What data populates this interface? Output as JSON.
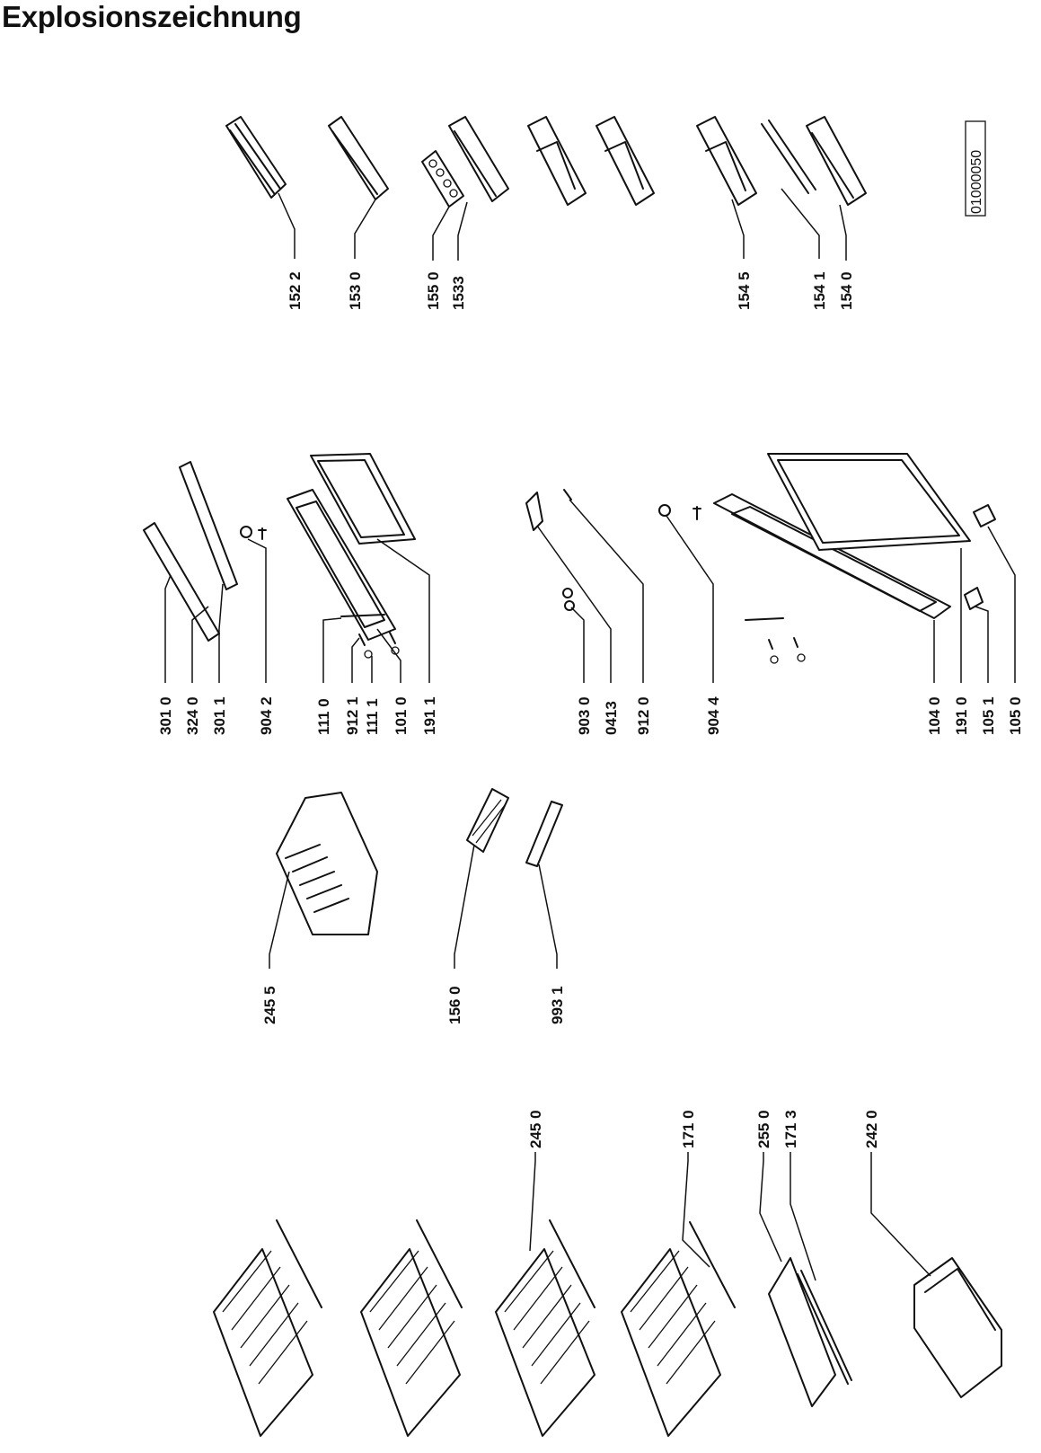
{
  "title": "Explosionszeichnung",
  "drawing_code": "01000050",
  "labels": [
    {
      "id": "1522",
      "text": "152 2"
    },
    {
      "id": "1530",
      "text": "153 0"
    },
    {
      "id": "1550",
      "text": "155 0"
    },
    {
      "id": "1533",
      "text": "1533"
    },
    {
      "id": "1545",
      "text": "154 5"
    },
    {
      "id": "1541",
      "text": "154 1"
    },
    {
      "id": "1540",
      "text": "154 0"
    },
    {
      "id": "3010",
      "text": "301 0"
    },
    {
      "id": "3240",
      "text": "324 0"
    },
    {
      "id": "3011",
      "text": "301 1"
    },
    {
      "id": "9042",
      "text": "904 2"
    },
    {
      "id": "1110",
      "text": "111 0"
    },
    {
      "id": "9121",
      "text": "912 1"
    },
    {
      "id": "1111",
      "text": "111 1"
    },
    {
      "id": "1010",
      "text": "101 0"
    },
    {
      "id": "1911",
      "text": "191 1"
    },
    {
      "id": "9030",
      "text": "903 0"
    },
    {
      "id": "0413",
      "text": "0413"
    },
    {
      "id": "9120",
      "text": "912 0"
    },
    {
      "id": "9044",
      "text": "904 4"
    },
    {
      "id": "1040",
      "text": "104 0"
    },
    {
      "id": "1910",
      "text": "191 0"
    },
    {
      "id": "1051",
      "text": "105 1"
    },
    {
      "id": "1050",
      "text": "105 0"
    },
    {
      "id": "2455",
      "text": "245 5"
    },
    {
      "id": "1560",
      "text": "156 0"
    },
    {
      "id": "9931",
      "text": "993 1"
    },
    {
      "id": "2450",
      "text": "245 0"
    },
    {
      "id": "1710",
      "text": "171 0"
    },
    {
      "id": "2550",
      "text": "255 0"
    },
    {
      "id": "1713",
      "text": "171 3"
    },
    {
      "id": "2420",
      "text": "242 0"
    }
  ]
}
